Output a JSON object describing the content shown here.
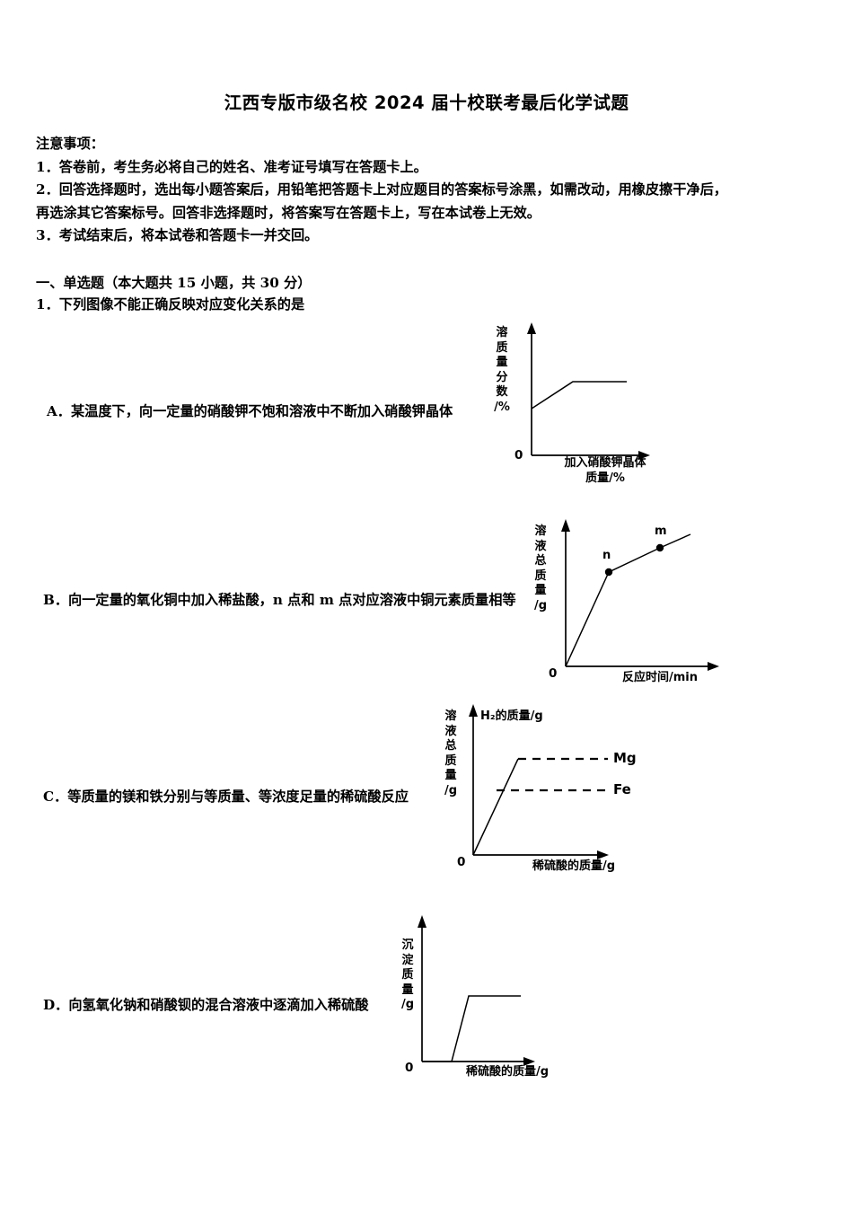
{
  "document": {
    "title": "江西专版市级名校 2024 届十校联考最后化学试题",
    "notice_heading": "注意事项：",
    "notices": [
      "1．答卷前，考生务必将自己的姓名、准考证号填写在答题卡上。",
      "2．回答选择题时，选出每小题答案后，用铅笔把答题卡上对应题目的答案标号涂黑，如需改动，用橡皮擦干净后，",
      "再选涂其它答案标号。回答非选择题时，将答案写在答题卡上，写在本试卷上无效。",
      "3．考试结束后，将本试卷和答题卡一并交回。"
    ],
    "section_heading": "一、单选题（本大题共 15 小题，共 30 分）",
    "question_stem": "1．下列图像不能正确反映对应变化关系的是",
    "options": {
      "a": "A．某温度下，向一定量的硝酸钾不饱和溶液中不断加入硝酸钾晶体",
      "b": "B．向一定量的氧化铜中加入稀盐酸，n 点和 m 点对应溶液中铜元素质量相等",
      "c": "C．等质量的镁和铁分别与等质量、等浓度足量的稀硫酸反应",
      "d": "D．向氢氧化钠和硝酸钡的混合溶液中逐滴加入稀硫酸"
    }
  },
  "chart_data": [
    {
      "id": "A",
      "type": "line",
      "title": "",
      "ylabel": "溶质\n质量\n分数\n/%",
      "ylabel_lines": [
        "溶",
        "质",
        "质",
        "量",
        "分",
        "数",
        "/%"
      ],
      "ylabel_text": "溶质质量分数/%",
      "xlabel": "加入硝酸钾晶体质量/%",
      "xlabel_lines": [
        "加入硝酸钾晶体",
        "质量/%"
      ],
      "origin_label": "0",
      "grid": false,
      "legend": "none",
      "x": [
        0,
        0.42,
        1.0
      ],
      "y": [
        0.3,
        0.62,
        0.62
      ],
      "description": "从非零初值上升后保持水平"
    },
    {
      "id": "B",
      "type": "line",
      "title": "",
      "ylabel_lines": [
        "溶",
        "液",
        "总",
        "质",
        "量",
        "/g"
      ],
      "ylabel_text": "溶液总质量/g",
      "xlabel": "反应时间/min",
      "origin_label": "0",
      "grid": false,
      "legend": "none",
      "x": [
        0,
        0.33,
        0.72,
        0.95
      ],
      "y": [
        0,
        0.72,
        0.86,
        0.94
      ],
      "annotations": [
        {
          "label": "n",
          "x": 0.33,
          "y": 0.72
        },
        {
          "label": "m",
          "x": 0.72,
          "y": 0.86
        }
      ],
      "description": "从原点陡升至 n 点后斜率变缓经 m 点继续上升"
    },
    {
      "id": "C",
      "type": "line",
      "title": "H₂的质量/g",
      "ylabel_lines": [
        "溶",
        "液",
        "总",
        "质",
        "量",
        "/g"
      ],
      "ylabel_text": "溶液总质量/g",
      "xlabel": "稀硫酸的质量/g",
      "origin_label": "0",
      "grid": false,
      "legend": "right",
      "series": [
        {
          "name": "Mg",
          "plateau": 0.72,
          "style": "dashed"
        },
        {
          "name": "Fe",
          "plateau": 0.49,
          "style": "dashed"
        }
      ],
      "x": [
        0,
        0.22
      ],
      "y": [
        0,
        0.72
      ],
      "description": "从原点上升到平台后以虚线水平延伸，Mg 平台高于 Fe 平台"
    },
    {
      "id": "D",
      "type": "line",
      "title": "",
      "ylabel_lines": [
        "沉",
        "淀",
        "质",
        "量",
        "/g"
      ],
      "ylabel_text": "沉淀质量/g",
      "xlabel": "稀硫酸的质量/g",
      "origin_label": "0",
      "grid": false,
      "legend": "none",
      "x": [
        0,
        0.2,
        0.32,
        0.67
      ],
      "y": [
        0,
        0,
        0.44,
        0.44
      ],
      "description": "先沿 x 轴为零，随后上升至平台并保持水平"
    }
  ]
}
